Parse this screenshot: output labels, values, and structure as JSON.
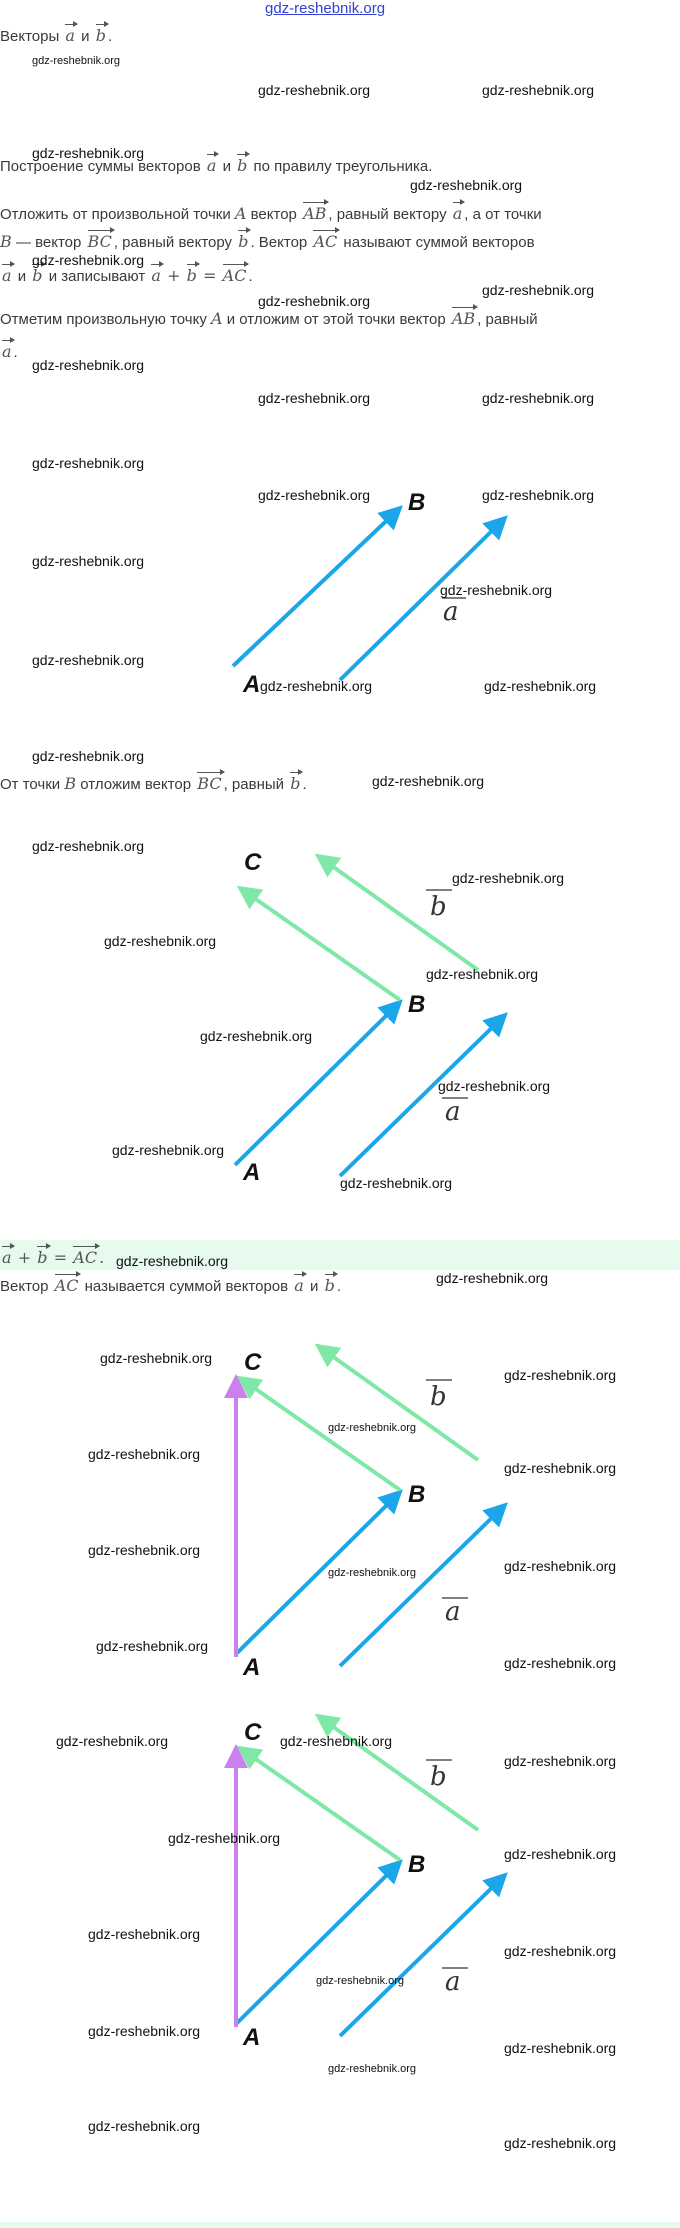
{
  "site_link": "gdz-reshebnik.org",
  "intro": {
    "text": "Векторы",
    "and": "и",
    "a": "a",
    "b": "b",
    "dot": "."
  },
  "p1": {
    "l1": [
      "Построение суммы векторов",
      "и",
      "по правилу треугольника."
    ],
    "l2": [
      "Отложить от произвольной точки",
      "A",
      "вектор",
      "AB",
      ", равный вектору",
      ", а от точки"
    ],
    "l3": [
      "B",
      "— вектор",
      "BC",
      ", равный вектору",
      ". Вектор",
      "AC",
      "называют суммой векторов"
    ],
    "l4": [
      "и",
      "и записывают",
      "+",
      "=",
      "AC",
      "."
    ]
  },
  "p2": {
    "l1": [
      "Отметим произвольную точку",
      "A",
      "и отложим от этой точки вектор",
      "AB",
      ", равный"
    ],
    "l2": "."
  },
  "p3": {
    "l1": [
      "От точки",
      "B",
      "отложим вектор",
      "BC",
      ", равный",
      "."
    ]
  },
  "p4": {
    "l1": [
      "Вектор",
      "AC",
      "называется суммой векторов",
      "и",
      "."
    ]
  },
  "formula": {
    "plus": "+",
    "eq": "=",
    "ac": "AC",
    "dot": "."
  },
  "points": {
    "A": "A",
    "B": "B",
    "C": "C"
  },
  "vectors": {
    "a": "a",
    "b": "b"
  },
  "colors": {
    "blue": "#1ba6ea",
    "green": "#7fe8a6",
    "purple": "#cc80ee",
    "band": "#e6faee"
  },
  "watermark": "gdz-reshebnik.org"
}
